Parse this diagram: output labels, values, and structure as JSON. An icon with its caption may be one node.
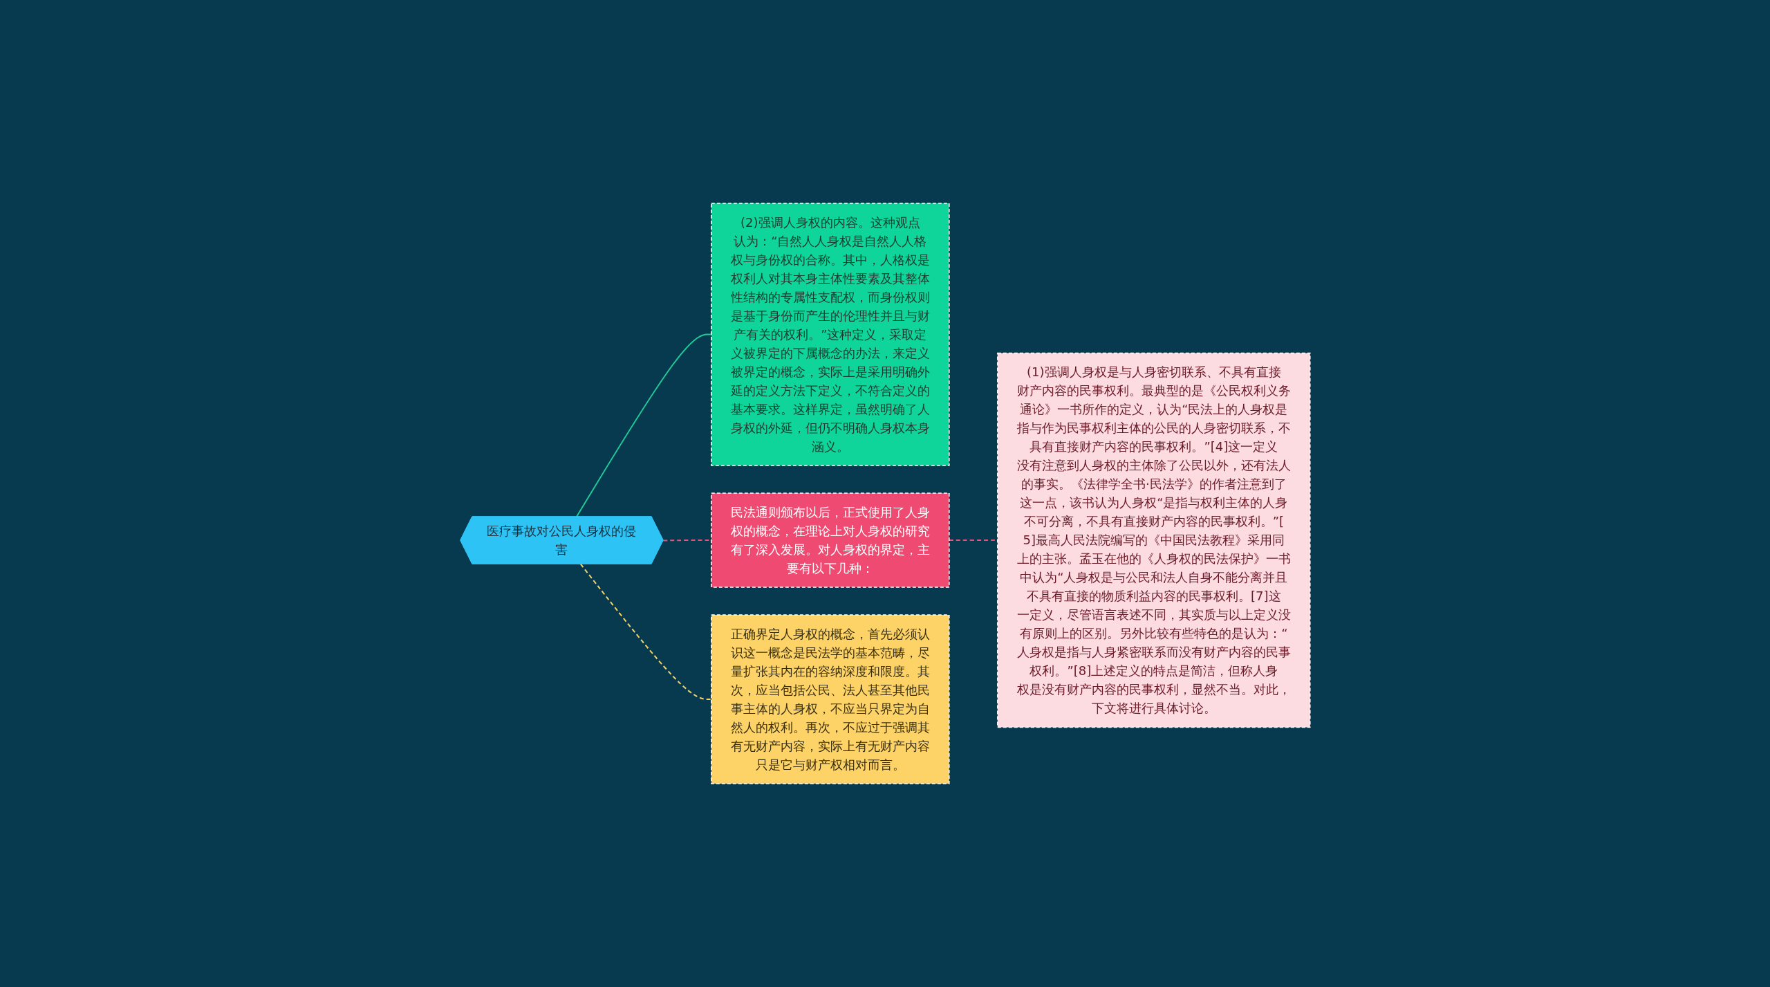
{
  "diagram": {
    "nodes": [
      {
        "text": [
          "医疗事故对公民人身权的侵害"
        ]
      },
      {
        "text": [
          "(2)强调人身权的内容。这种观点认为：“自然人人身权是自然人人格权与身份权的合称。其中，人格权是权利人对其本身主体性要素及其整体性结构的专属性支配权，而身份权则是基于身份而产生的伦理性并且与财产有关的权利。”这种定义，采取定义被界定的下属概念的办法，来定义被界定的概念，实际上是采用明确外延的定义方法下定义，不符合定义的基本要求。这样界定，虽然明确了人身权的外延，但仍不明确人身权本身涵义。"
        ]
      },
      {
        "text": [
          "民法通则颁布以后，正式使用了人身权的概念，在理论上对人身权的研究有了深入发展。对人身权的界定，主要有以下几种："
        ]
      },
      {
        "text": [
          "(1)强调人身权是与人身密切联系、不具有直接财产内容的民事权利。最典型的是《公民权利义务通论》一书所作的定义，认为“民法上的人身权是指与作为民事权利主体的公民的人身密切联系，不具有直接财产内容的民事权利。”[4]这一定义没有注意到人身权的主体除了公民以外，还有法人的事实。《法律学全书·民法学》的作者注意到了这一点，该书认为人身权“是指与权利主体的人身不可分离，不具有直接财产内容的民事权利。”[5]最高人民法院编写的《中国民法教程》采用同上的主张。孟玉在他的《人身权的民法保护》一书中认为“人身权是与公民和法人自身不能分离并且不具有直接的物质利益内容的民事权利。[7]这一定义，尽管语言表述不同，其实质与以上定义没有原则上的区别。另外比较有些特色的是认为：“人身权是指与人身紧密联系而没有财产内容的民事权利。”[8]上述定义的特点是简洁，但称人身权是没有财产内容的民事权利，显然不当。对此，下文将进行具体讨论。"
        ]
      },
      {
        "text": [
          "正确界定人身权的概念，首先必须认识这一概念是民法学的基本范畴，尽量扩张其内在的容纳深度和限度。其次，应当包括公民、法人甚至其他民事主体的人身权，不应当只界定为自然人的权利。再次，不应过于强调其有无财产内容，实际上有无财产内容只是它与财产权相对而言。"
        ]
      }
    ],
    "edges": [
      {
        "from": 0,
        "to": 1,
        "arrow": "none",
        "color": "#1fc99a"
      },
      {
        "from": 0,
        "to": 2,
        "arrow": "none",
        "style": "dashed",
        "color": "#e8527a"
      },
      {
        "from": 2,
        "to": 3,
        "arrow": "none",
        "style": "dashed",
        "color": "#e8527a"
      },
      {
        "from": 0,
        "to": 4,
        "arrow": "none",
        "style": "dashed",
        "color": "#f5d36a"
      }
    ]
  }
}
